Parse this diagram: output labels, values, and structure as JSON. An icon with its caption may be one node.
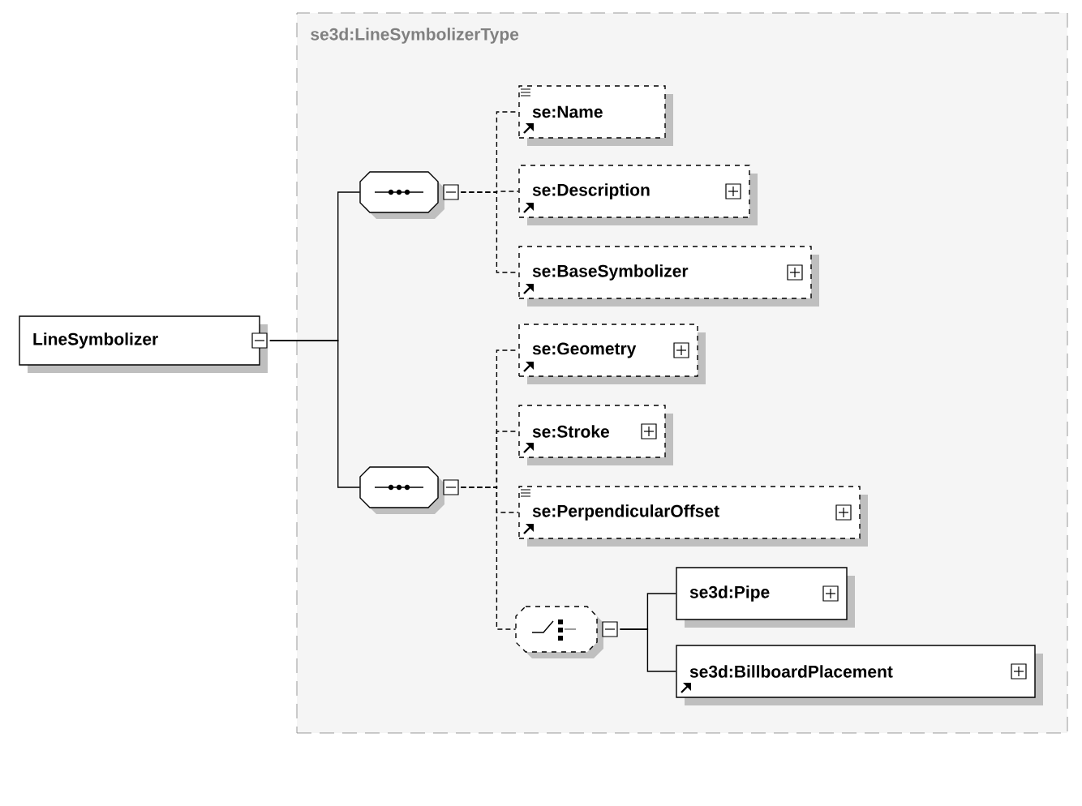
{
  "diagram": {
    "nodes": [
      {
        "text": [
          "LineSymbolizer"
        ]
      },
      {
        "text": [
          "se3d:LineSymbolizerType"
        ]
      },
      {
        "text": [],
        "shape": "octagon",
        "in": 1
      },
      {
        "text": [
          "se:Name"
        ],
        "in": 1
      },
      {
        "text": [
          "se:Description"
        ],
        "in": 1
      },
      {
        "text": [
          "se:BaseSymbolizer"
        ],
        "in": 1
      },
      {
        "text": [],
        "shape": "octagon",
        "in": 1
      },
      {
        "text": [
          "se:Geometry"
        ],
        "in": 1
      },
      {
        "text": [
          "se:Stroke"
        ],
        "in": 1
      },
      {
        "text": [
          "se:PerpendicularOffset"
        ],
        "in": 1
      },
      {
        "text": [],
        "shape": "octagon",
        "in": 1
      },
      {
        "text": [
          "se3d:Pipe"
        ],
        "in": 1
      },
      {
        "text": [
          "se3d:BillboardPlacement"
        ],
        "in": 1
      }
    ],
    "edges": [
      {
        "from": 0,
        "to": 2,
        "arrow": "none"
      },
      {
        "from": 0,
        "to": 6,
        "arrow": "none"
      },
      {
        "from": 2,
        "to": 3,
        "arrow": "none",
        "style": "dashed"
      },
      {
        "from": 2,
        "to": 4,
        "arrow": "none",
        "style": "dashed"
      },
      {
        "from": 2,
        "to": 5,
        "arrow": "none",
        "style": "dashed"
      },
      {
        "from": 6,
        "to": 7,
        "arrow": "none",
        "style": "dashed"
      },
      {
        "from": 6,
        "to": 8,
        "arrow": "none",
        "style": "dashed"
      },
      {
        "from": 6,
        "to": 9,
        "arrow": "none",
        "style": "dashed"
      },
      {
        "from": 6,
        "to": 10,
        "arrow": "none",
        "style": "dashed"
      },
      {
        "from": 10,
        "to": 11,
        "arrow": "none"
      },
      {
        "from": 10,
        "to": 12,
        "arrow": "none"
      }
    ]
  }
}
